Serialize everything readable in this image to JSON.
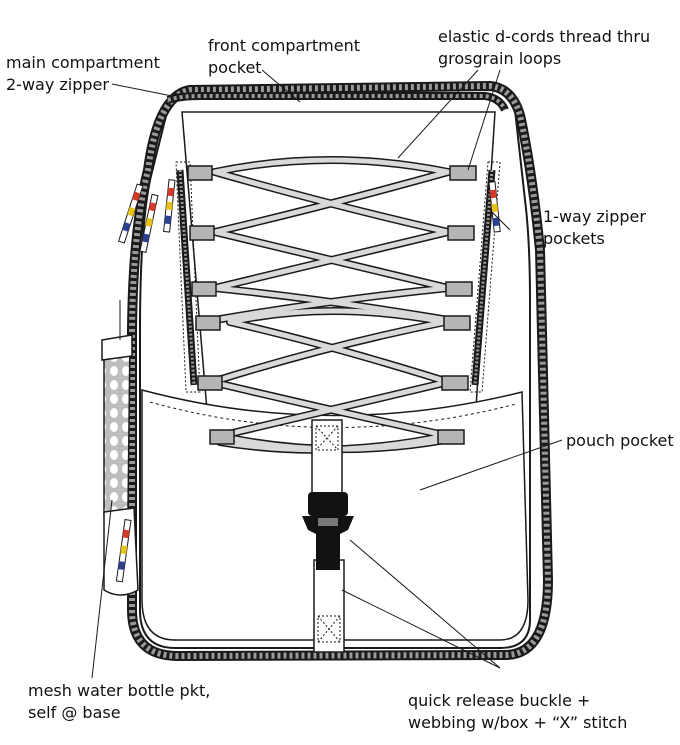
{
  "labels": {
    "main_zipper": [
      "main compartment",
      "2-way zipper"
    ],
    "front_pocket": [
      "front compartment",
      "pocket"
    ],
    "elastic_cords": [
      "elastic d-cords thread thru",
      "grosgrain loops"
    ],
    "zipper_pockets": [
      "1-way zipper",
      "pockets"
    ],
    "pouch_pocket": [
      "pouch pocket"
    ],
    "mesh_bottle": [
      "mesh water bottle pkt,",
      "self @ base"
    ],
    "buckle": [
      "quick release buckle +",
      "webbing w/box + “X” stitch"
    ]
  },
  "colors": {
    "line": "#1a1a1a",
    "cord_fill": "#d9d9d9",
    "zipper_fill": "#9a9a9a",
    "mesh_fill": "#c8c8c8",
    "pull_accent_red": "#d23a2a",
    "pull_accent_yellow": "#e7c21d",
    "pull_accent_blue": "#2d3f8f"
  },
  "icons": [
    "zipper-pull-icon",
    "buckle-icon",
    "x-stitch-box-icon"
  ]
}
